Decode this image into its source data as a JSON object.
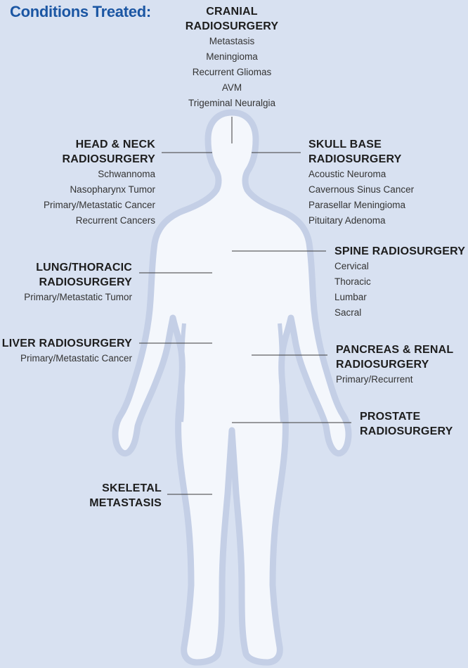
{
  "title": "Conditions Treated:",
  "colors": {
    "background": "#d8e1f1",
    "silhouette_fill": "#f4f7fc",
    "silhouette_outline": "#c4cfe6",
    "title": "#1b56a3",
    "leader_line": "#3b3b3b"
  },
  "conditions": {
    "cranial": {
      "heading": [
        "CRANIAL",
        "RADIOSURGERY"
      ],
      "items": [
        "Metastasis",
        "Meningioma",
        "Recurrent Gliomas",
        "AVM",
        "Trigeminal Neuralgia"
      ]
    },
    "head_neck": {
      "heading": [
        "HEAD & NECK",
        "RADIOSURGERY"
      ],
      "items": [
        "Schwannoma",
        "Nasopharynx Tumor",
        "Primary/Metastatic Cancer",
        "Recurrent Cancers"
      ]
    },
    "skull_base": {
      "heading": [
        "SKULL BASE",
        "RADIOSURGERY"
      ],
      "items": [
        "Acoustic Neuroma",
        "Cavernous Sinus Cancer",
        "Parasellar Meningioma",
        "Pituitary Adenoma"
      ]
    },
    "spine": {
      "heading": [
        "SPINE RADIOSURGERY"
      ],
      "items": [
        "Cervical",
        "Thoracic",
        "Lumbar",
        "Sacral"
      ]
    },
    "lung": {
      "heading": [
        "LUNG/THORACIC",
        "RADIOSURGERY"
      ],
      "items": [
        "Primary/Metastatic Tumor"
      ]
    },
    "liver": {
      "heading": [
        "LIVER RADIOSURGERY"
      ],
      "items": [
        "Primary/Metastatic Cancer"
      ]
    },
    "pancreas": {
      "heading": [
        "PANCREAS & RENAL",
        "RADIOSURGERY"
      ],
      "items": [
        "Primary/Recurrent"
      ]
    },
    "prostate": {
      "heading": [
        "PROSTATE",
        "RADIOSURGERY"
      ],
      "items": []
    },
    "skeletal": {
      "heading": [
        "SKELETAL",
        "METASTASIS"
      ],
      "items": []
    }
  }
}
